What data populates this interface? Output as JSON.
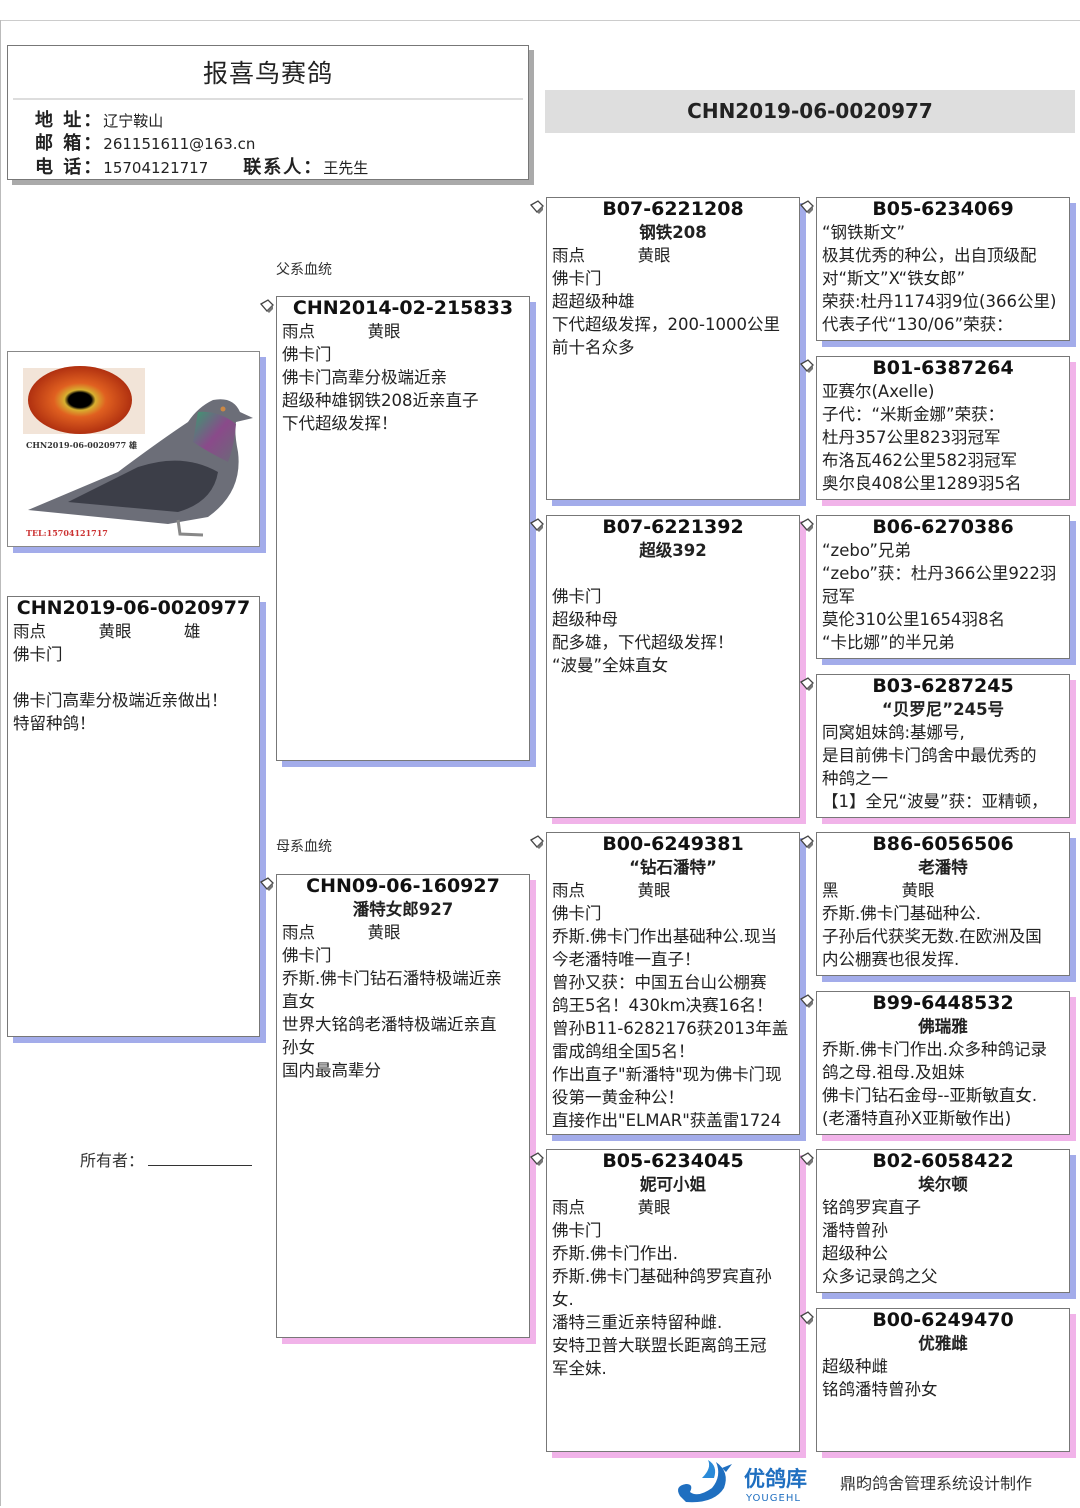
{
  "header": {
    "title": "报喜鸟赛鸽",
    "address_label": "地 址：",
    "address": "辽宁鞍山",
    "email_label": "邮 箱：",
    "email": "261151611@163.cn",
    "phone_label": "电 话：",
    "phone": "15704121717",
    "contact_label": "联系人：",
    "contact": "王先生"
  },
  "banner": {
    "ring": "CHN2019-06-0020977"
  },
  "photo": {
    "caption": "CHN2019-06-0020977 雄",
    "tel": "TEL:15704121717"
  },
  "labels": {
    "sire_line": "父系血统",
    "dam_line": "母系血统",
    "owner": "所有者："
  },
  "colors": {
    "male_shadow": "#a3acea",
    "female_shadow": "#f1b3e9"
  },
  "pedigree": [
    {
      "role": "subject",
      "sex": "m",
      "id": "CHN2019-06-0020977",
      "name": "",
      "lines": [
        "雨点          黄眼          雄",
        "佛卡门",
        "",
        "佛卡门高辈分极端近亲做出！",
        "特留种鸽！"
      ]
    },
    {
      "role": "sire",
      "sex": "m",
      "id": "CHN2014-02-215833",
      "name": "",
      "lines": [
        "雨点          黄眼",
        "佛卡门",
        "佛卡门高辈分极端近亲",
        "超级种雄钢铁208近亲直子",
        "下代超级发挥！"
      ]
    },
    {
      "role": "dam",
      "sex": "f",
      "id": "CHN09-06-160927",
      "name": "潘特女郎927",
      "lines": [
        "雨点          黄眼",
        "佛卡门",
        "乔斯.佛卡门钻石潘特极端近亲",
        "直女",
        "世界大铭鸽老潘特极端近亲直",
        "孙女",
        "国内最高辈分"
      ]
    },
    {
      "role": "ss",
      "sex": "m",
      "id": "B07-6221208",
      "name": "钢铁208",
      "lines": [
        "雨点          黄眼",
        "佛卡门",
        "超超级种雄",
        "下代超级发挥，200-1000公里",
        "前十名众多"
      ]
    },
    {
      "role": "sd",
      "sex": "f",
      "id": "B07-6221392",
      "name": "超级392",
      "lines": [
        "",
        "佛卡门",
        "超级种母",
        "配多雄，下代超级发挥！",
        "“波曼”全妹直女"
      ]
    },
    {
      "role": "ds",
      "sex": "m",
      "id": "B00-6249381",
      "name": "“钻石潘特”",
      "lines": [
        "雨点          黄眼",
        "佛卡门",
        "乔斯.佛卡门作出基础种公.现当",
        "今老潘特唯一直子！",
        "曾孙又获：中国五台山公棚赛",
        "鸽王5名！430km决赛16名！",
        "曾孙B11-6282176获2013年盖",
        "雷成鸽组全国5名！",
        "作出直子\"新潘特\"现为佛卡门现",
        "役第一黄金种公！",
        "直接作出\"ELMAR\"获盖雷1724"
      ]
    },
    {
      "role": "dd",
      "sex": "f",
      "id": "B05-6234045",
      "name": "妮可小姐",
      "lines": [
        "雨点          黄眼",
        "佛卡门",
        "乔斯.佛卡门作出.",
        "乔斯.佛卡门基础种鸽罗宾直孙",
        "女.",
        "潘特三重近亲特留种雌.",
        "安特卫普大联盟长距离鸽王冠",
        "军全妹."
      ]
    },
    {
      "role": "sss",
      "sex": "m",
      "id": "B05-6234069",
      "name": "",
      "lines": [
        "“钢铁斯文”",
        "极其优秀的种公，出自顶级配",
        "对“斯文”X“铁女郎”",
        "荣获:杜丹1174羽9位(366公里)",
        "代表子代“130/06”荣获："
      ]
    },
    {
      "role": "ssd",
      "sex": "f",
      "id": "B01-6387264",
      "name": "",
      "lines": [
        "亚赛尔(Axelle)",
        "子代：“米斯金娜”荣获：",
        "杜丹357公里823羽冠军",
        "布洛瓦462公里582羽冠军",
        "奥尔良408公里1289羽5名"
      ]
    },
    {
      "role": "sds",
      "sex": "m",
      "id": "B06-6270386",
      "name": "",
      "lines": [
        "“zebo”兄弟",
        "“zebo”获：杜丹366公里922羽",
        "冠军",
        "莫伦310公里1654羽8名",
        "“卡比娜”的半兄弟"
      ]
    },
    {
      "role": "sdd",
      "sex": "f",
      "id": "B03-6287245",
      "name": "“贝罗尼”245号",
      "lines": [
        "同窝姐妹鸽:基娜号,",
        "是目前佛卡门鸽舍中最优秀的",
        "种鸽之一",
        "【1】全兄“波曼”获：亚精顿，"
      ]
    },
    {
      "role": "dss",
      "sex": "m",
      "id": "B86-6056506",
      "name": "老潘特",
      "lines": [
        "黑            黄眼",
        "乔斯.佛卡门基础种公.",
        "子孙后代获奖无数.在欧洲及国",
        "内公棚赛也很发挥."
      ]
    },
    {
      "role": "dsd",
      "sex": "f",
      "id": "B99-6448532",
      "name": "佛瑞雅",
      "lines": [
        "乔斯.佛卡门作出.众多种鸽记录",
        "鸽之母.祖母.及姐妹",
        "佛卡门钻石金母--亚斯敏直女.",
        "(老潘特直孙X亚斯敏作出)"
      ]
    },
    {
      "role": "dds",
      "sex": "m",
      "id": "B02-6058422",
      "name": "埃尔顿",
      "lines": [
        "铭鸽罗宾直子",
        "潘特曾孙",
        "超级种公",
        "众多记录鸽之父"
      ]
    },
    {
      "role": "ddd",
      "sex": "f",
      "id": "B00-6249470",
      "name": "优雅雌",
      "lines": [
        "超级种雌",
        "铭鸽潘特曾孙女"
      ]
    }
  ],
  "footer": {
    "logo_cn": "优鸽库",
    "logo_en": "YOUGEHL",
    "credit": "鼎昀鸽舍管理系统设计制作"
  }
}
